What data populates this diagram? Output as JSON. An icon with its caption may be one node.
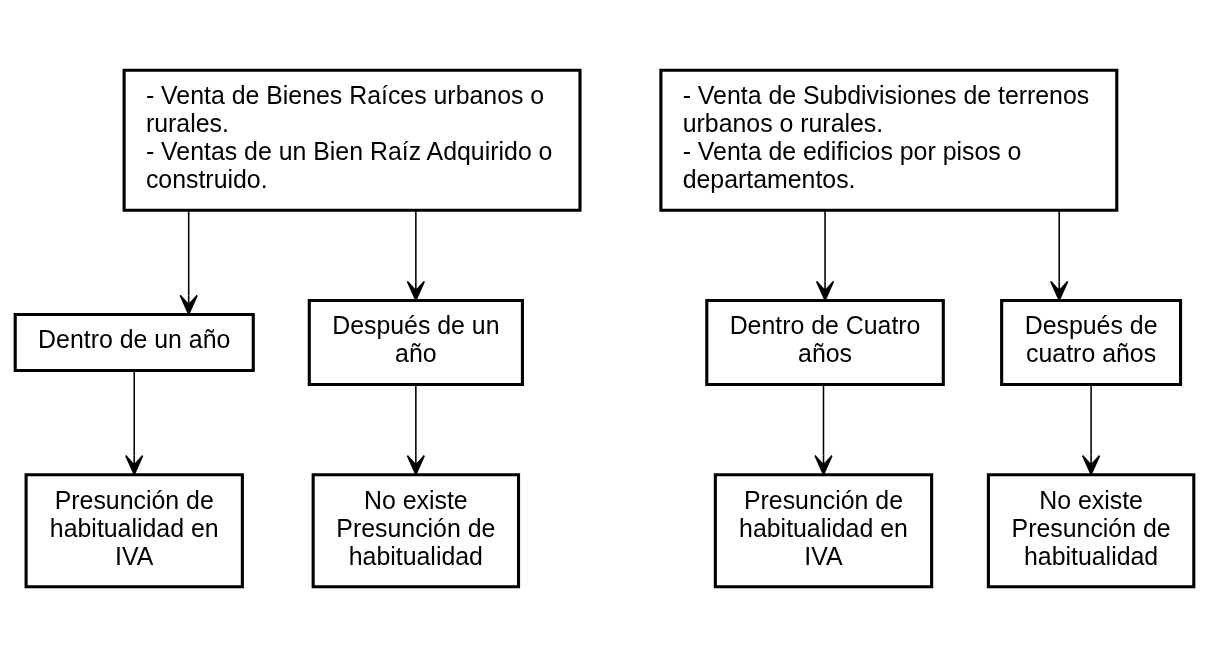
{
  "diagram": {
    "nodes": [
      {
        "text": [
          "- Venta de Bienes Raíces urbanos o rurales.",
          "- Ventas de un Bien Raíz Adquirido o construido."
        ]
      },
      {
        "text": [
          "Dentro de un año"
        ]
      },
      {
        "text": [
          "Después de un año"
        ]
      },
      {
        "text": [
          "Presunción de habitualidad en IVA"
        ]
      },
      {
        "text": [
          "No existe Presunción de habitualidad"
        ]
      },
      {
        "text": [
          "- Venta de Subdivisiones de terrenos urbanos o rurales.",
          "- Venta de edificios por pisos o departamentos."
        ]
      },
      {
        "text": [
          "Dentro de Cuatro años"
        ]
      },
      {
        "text": [
          "Después de cuatro años"
        ]
      },
      {
        "text": [
          "Presunción de habitualidad en IVA"
        ]
      },
      {
        "text": [
          "No existe Presunción de habitualidad"
        ]
      }
    ],
    "edges": [
      {
        "from": 0,
        "to": 1,
        "arrow": "to"
      },
      {
        "from": 0,
        "to": 2,
        "arrow": "to"
      },
      {
        "from": 1,
        "to": 3,
        "arrow": "to"
      },
      {
        "from": 2,
        "to": 4,
        "arrow": "to"
      },
      {
        "from": 5,
        "to": 6,
        "arrow": "to"
      },
      {
        "from": 5,
        "to": 7,
        "arrow": "to"
      },
      {
        "from": 6,
        "to": 8,
        "arrow": "to"
      },
      {
        "from": 7,
        "to": 9,
        "arrow": "to"
      }
    ]
  }
}
